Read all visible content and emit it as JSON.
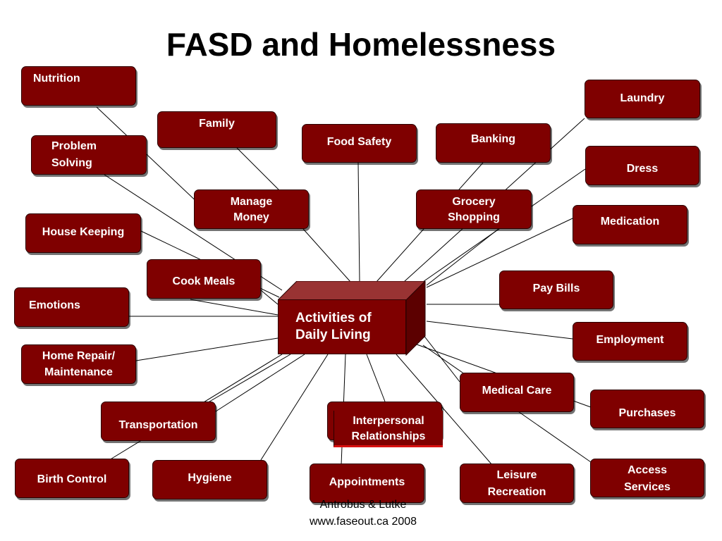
{
  "title": "FASD and Homelessness",
  "center": {
    "line1": "Activities of",
    "line2": "Daily Living"
  },
  "activities": {
    "nutrition": "Nutrition",
    "family": "Family",
    "food_safety": "Food Safety",
    "banking": "Banking",
    "laundry": "Laundry",
    "problem_solving_1": "Problem",
    "problem_solving_2": "Solving",
    "dress": "Dress",
    "manage_money_1": "Manage",
    "manage_money_2": "Money",
    "grocery_shopping_1": "Grocery",
    "grocery_shopping_2": "Shopping",
    "house_keeping": "House Keeping",
    "medication": "Medication",
    "cook_meals": "Cook Meals",
    "pay_bills": "Pay Bills",
    "emotions": "Emotions",
    "employment": "Employment",
    "home_repair_1": "Home Repair/",
    "home_repair_2": "Maintenance",
    "medical_care": "Medical Care",
    "purchases": "Purchases",
    "transportation": "Transportation",
    "interpersonal_1": "Interpersonal",
    "interpersonal_2": "Relationships",
    "birth_control": "Birth Control",
    "hygiene": "Hygiene",
    "appointments": "Appointments",
    "leisure_1": "Leisure",
    "leisure_2": "Recreation",
    "access_services_1": "Access",
    "access_services_2": "Services"
  },
  "footer": {
    "line1": "Antrobus & Lutke",
    "line2": "www.faseout.ca  2008"
  },
  "colors": {
    "box_fill": "#7f0000",
    "box_text": "#ffffff",
    "line": "#000000"
  }
}
